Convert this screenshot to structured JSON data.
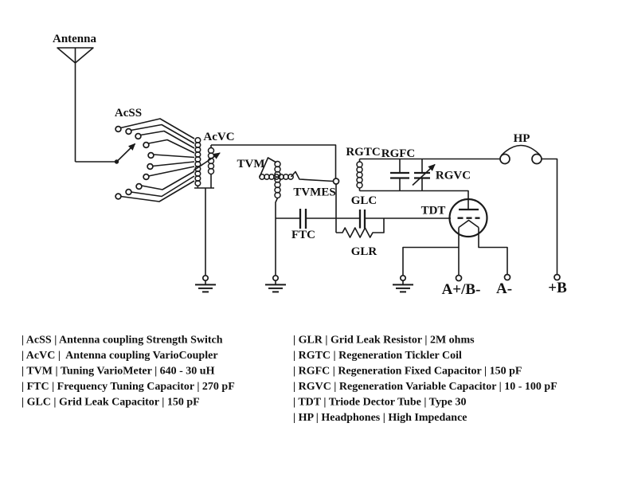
{
  "schematic": {
    "title_hint": "Regenerative radio receiver schematic",
    "component_labels": {
      "antenna": "Antenna",
      "acss": "AcSS",
      "acvc": "AcVC",
      "tvm": "TVM",
      "tvmes": "TVMES",
      "ftc": "FTC",
      "glc": "GLC",
      "glr": "GLR",
      "rgtc": "RGTC",
      "rgfc": "RGFC",
      "rgvc": "RGVC",
      "tdt": "TDT",
      "hp": "HP"
    },
    "terminal_labels": {
      "a_plus_b_minus": "A+/B-",
      "a_minus": "A-",
      "b_plus": "+B"
    },
    "colors": {
      "line": "#1a1a1a",
      "background": "#ffffff"
    }
  },
  "legend": {
    "left": [
      "| AcSS | Antenna coupling Strength Switch",
      "| AcVC |  Antenna coupling VarioCoupler",
      "| TVM | Tuning VarioMeter | 640 - 30 uH",
      "| FTC | Frequency Tuning Capacitor | 270 pF",
      "| GLC | Grid Leak Capacitor | 150 pF"
    ],
    "right": [
      "| GLR | Grid Leak Resistor | 2M ohms",
      "| RGTC | Regeneration Tickler Coil",
      "| RGFC | Regeneration Fixed Capacitor | 150 pF",
      "| RGVC | Regeneration Variable Capacitor | 10 - 100 pF",
      "| TDT | Triode Dector Tube | Type 30",
      "| HP | Headphones | High Impedance"
    ]
  }
}
